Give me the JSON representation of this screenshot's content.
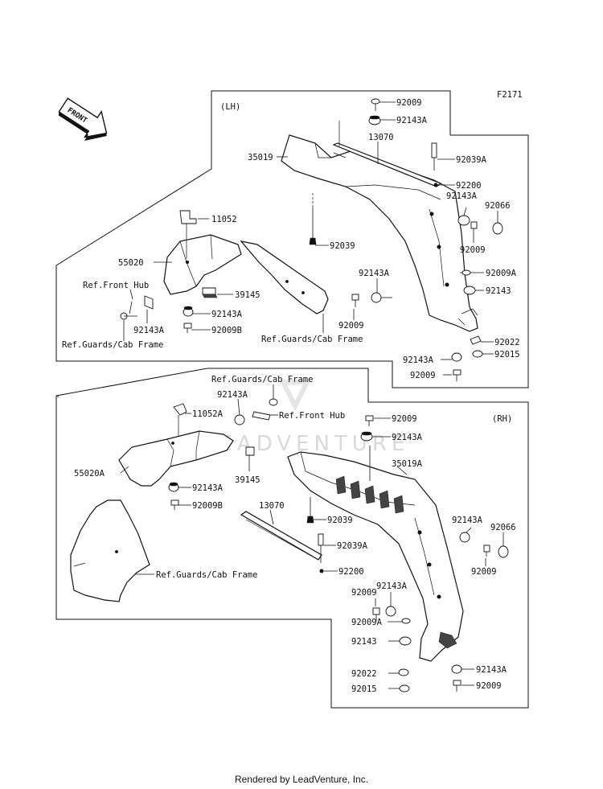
{
  "figure_code": "F2171",
  "front_arrow_label": "FRONT",
  "watermark": "LEADVENTURE",
  "footer": "Rendered by LeadVenture, Inc.",
  "lh": {
    "section_label": "(LH)",
    "labels": {
      "p92009_top": "92009",
      "p92143A_top": "92143A",
      "p13070": "13070",
      "p35019": "35019",
      "p92039A": "92039A",
      "p92200": "92200",
      "p92143A_r": "92143A",
      "p92066": "92066",
      "p92039": "92039",
      "p92009_r": "92009",
      "p11052": "11052",
      "p55020": "55020",
      "p92009A": "92009A",
      "p92143A_mid": "92143A",
      "p92143": "92143",
      "ref_front_hub": "Ref.Front Hub",
      "p39145": "39145",
      "p92143A_hub": "92143A",
      "p92009_mid": "92009",
      "p92143A_bl": "92143A",
      "p92009B": "92009B",
      "ref_guards_a": "Ref.Guards/Cab Frame",
      "ref_guards_b": "Ref.Guards/Cab Frame",
      "p92022": "92022",
      "p92143A_br": "92143A",
      "p92015": "92015",
      "p92009_br": "92009"
    }
  },
  "rh": {
    "section_label": "(RH)",
    "labels": {
      "ref_guards_top": "Ref.Guards/Cab Frame",
      "p92143A_tl": "92143A",
      "p11052A": "11052A",
      "ref_front_hub": "Ref.Front Hub",
      "p92009_top": "92009",
      "p92143A_top": "92143A",
      "p35019A": "35019A",
      "p55020A": "55020A",
      "p92143A_l": "92143A",
      "p39145": "39145",
      "p92009B": "92009B",
      "p13070": "13070",
      "p92039": "92039",
      "p92039A": "92039A",
      "p92143A_r": "92143A",
      "p92066": "92066",
      "p92009_r": "92009",
      "ref_guards_bottom": "Ref.Guards/Cab Frame",
      "p92200": "92200",
      "p92009_mid": "92009",
      "p92143A_mid": "92143A",
      "p92009A": "92009A",
      "p92143": "92143",
      "p92022": "92022",
      "p92143A_br": "92143A",
      "p92015": "92015",
      "p92009_br": "92009"
    }
  }
}
